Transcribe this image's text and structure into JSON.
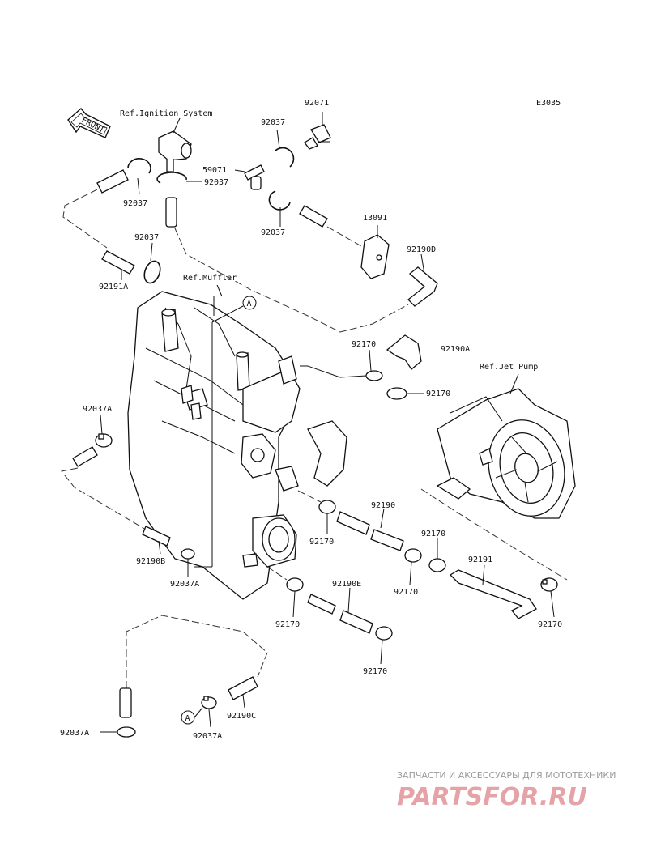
{
  "diagram_code": "E3035",
  "front_label": "FRONT",
  "refs": {
    "ignition": "Ref.Ignition System",
    "muffler": "Ref.Muffler",
    "jet_pump": "Ref.Jet Pump"
  },
  "callout": "A",
  "labels": {
    "p92071": "92071",
    "p92037_top": "92037",
    "p59071": "59071",
    "p92037_ring_mid": "92037",
    "p92037_left": "92037",
    "p92037_right": "92037",
    "p13091": "13091",
    "p92190D": "92190D",
    "p92037_upper_left": "92037",
    "p92191A": "92191A",
    "p92170_a": "92170",
    "p92190A": "92190A",
    "p92170_b": "92170",
    "p92037A_left": "92037A",
    "p92190": "92190",
    "p92170_c": "92170",
    "p92170_d": "92170",
    "p92190B": "92190B",
    "p92037A_mid": "92037A",
    "p92191": "92191",
    "p92170_e": "92170",
    "p92190E": "92190E",
    "p92170_f": "92170",
    "p92170_g": "92170",
    "p92170_h": "92170",
    "p92170_i": "92170",
    "p92190C": "92190C",
    "p92037A_bottom_left": "92037A",
    "p92037A_bottom": "92037A"
  },
  "watermark": {
    "tagline": "ЗАПЧАСТИ И АКСЕССУАРЫ ДЛЯ МОТОТЕХНИКИ",
    "logo": "PARTSFOR.RU"
  }
}
